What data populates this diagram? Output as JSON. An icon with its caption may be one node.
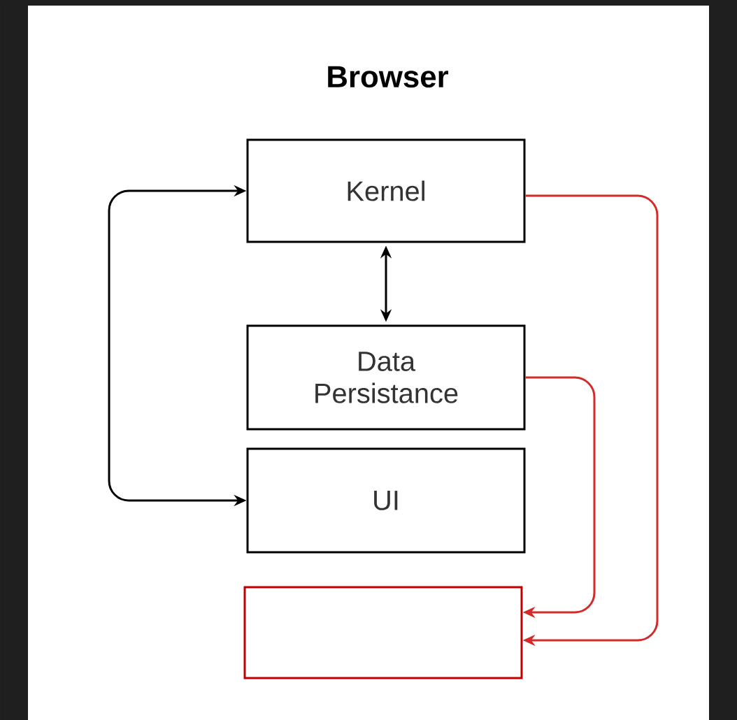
{
  "diagram": {
    "title": "Browser",
    "nodes": [
      {
        "text": [
          "Kernel"
        ]
      },
      {
        "text": [
          "Data Persistance"
        ]
      },
      {
        "text": [
          "UI"
        ]
      },
      {
        "text": [],
        "shape": "box"
      }
    ],
    "edges": [
      {
        "from": 0,
        "to": 2,
        "arrow": "both"
      },
      {
        "from": 1,
        "to": 0,
        "arrow": "both"
      },
      {
        "from": 0,
        "to": 3,
        "arrow": "to",
        "color": "#d42a2a"
      },
      {
        "from": 1,
        "to": 3,
        "arrow": "to",
        "color": "#d42a2a"
      }
    ]
  }
}
